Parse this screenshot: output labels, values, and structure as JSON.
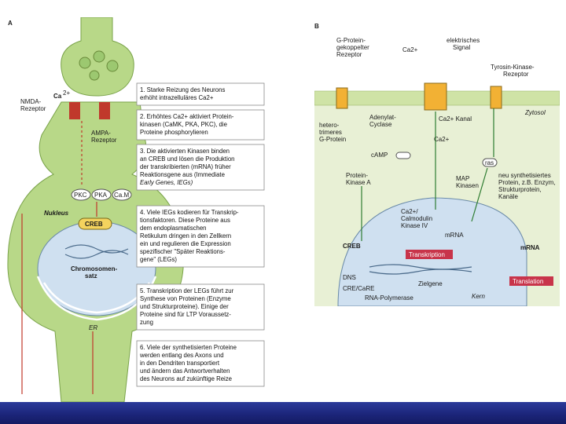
{
  "panel_a": {
    "letter": "A",
    "labels": {
      "nmda": [
        "NMDA-",
        "Rezeptor"
      ],
      "ca": "Ca",
      "ca_sup": "2+",
      "ampa": [
        "AMPA-",
        "Rezeptor"
      ],
      "pkc": "PKC",
      "pka": "PKA",
      "cam": "Ca.M",
      "nukleus": "Nukleus",
      "creb": "CREB",
      "chromosomen": [
        "Chromosomen-",
        "satz"
      ],
      "er": "ER"
    },
    "steps": [
      {
        "lines": [
          "1. Starke Reizung des Neurons",
          "erhöht intrazelluläres Ca2+"
        ]
      },
      {
        "lines": [
          "2. Erhöhtes Ca2+ aktiviert Protein-",
          "kinasen (CaMK, PKA, PKC), die",
          "Proteine phosphorylieren"
        ]
      },
      {
        "lines": [
          "3. Die aktivierten Kinasen binden",
          "an CREB und lösen die Produktion",
          "der transkribierten (mRNA) früher",
          "Reaktionsgene aus (Immediate",
          "Early Genes, IEGs)"
        ]
      },
      {
        "lines": [
          "4. Viele IEGs kodieren für Transkrip-",
          "tionsfaktoren. Diese Proteine aus",
          "dem endoplasmatischen",
          "Retikulum dringen in den Zellkern",
          "ein und regulieren die Expression",
          "spezifischer \"Später Reaktions-",
          "gene\" (LEGs)"
        ]
      },
      {
        "lines": [
          "5. Transkription der LEGs führt zur",
          "Synthese von Proteinen (Enzyme",
          "und Strukturproteine). Einige der",
          "Proteine sind für LTP Voraussetz-",
          "zung"
        ]
      },
      {
        "lines": [
          "6. Viele der synthetisierten Proteine",
          "werden entlang des Axons und",
          "in den Dendriten transportiert",
          "und ändern das Antwortverhalten",
          "des Neurons auf zukünftige Reize"
        ]
      }
    ]
  },
  "panel_b": {
    "letter": "B",
    "labels": {
      "gprot_receptor": [
        "G-Protein-",
        "gekoppelter",
        "Rezeptor"
      ],
      "ca2": "Ca2+",
      "elektrisches": [
        "elektrisches",
        "Signal"
      ],
      "tyrosin": [
        "Tyrosin-Kinase-",
        "Rezeptor"
      ],
      "zytosol": "Zytosol",
      "heterotrimer": [
        "hetero-",
        "trimeres",
        "G-Protein"
      ],
      "adenylat": [
        "Adenylat-",
        "Cyclase"
      ],
      "ca_kanal": "Ca2+ Kanal",
      "ca2_b": "Ca2+",
      "camp": "cAMP",
      "ras": "ras",
      "proteinkinase": [
        "Protein-",
        "Kinase A"
      ],
      "map": [
        "MAP",
        "Kinasen"
      ],
      "neu": [
        "neu synthetisiertes",
        "Protein, z.B. Enzym,",
        "Strukturprotein,",
        "Kanäle"
      ],
      "calmodulin": [
        "Ca2+/",
        "Calmodulin",
        "Kinase IV"
      ],
      "mrna": "mRNA",
      "mrna2": "mRNA",
      "creb": "CREB",
      "transkription": "Transkription",
      "translation": "Translation",
      "dns": "DNS",
      "crecare": "CRE/CaRE",
      "zielgene": "Zielgene",
      "rnapol": "RNA-Polymerase",
      "kern": "Kern"
    }
  },
  "colors": {
    "footer": "#1b2478",
    "membrane": "#cfe3a6",
    "nucleus": "#cfe0f0",
    "cytosol": "#e8f0d5",
    "panel_b_bg": "#ffffff",
    "neuron": "#b8d888",
    "arrow_red": "#c0392b",
    "arrow_green": "#2f7d32",
    "transkription_box": "#c8344a",
    "translation_box": "#c8344a"
  }
}
